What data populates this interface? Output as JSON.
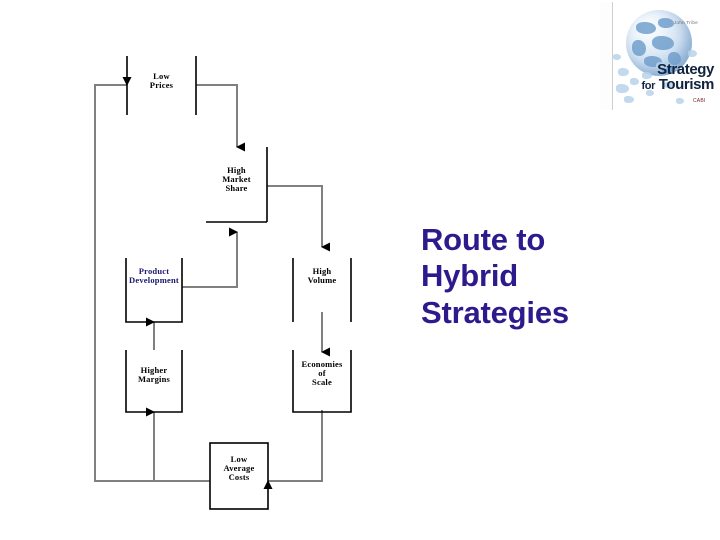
{
  "slide": {
    "title": "Route to\nHybrid\nStrategies",
    "title_color": "#2e1a8c",
    "background_color": "#ffffff"
  },
  "logo": {
    "name": "strategy-for-tourism-book-cover",
    "line1": "Strategy",
    "line2_small": "for",
    "line2_main": "Tourism",
    "author": "John Tribe",
    "publisher_mark": "CABI",
    "accent_color": "#10233f",
    "globe_color": "#89aed4"
  },
  "diagram": {
    "name": "route-to-hybrid-strategies-flow",
    "nodes": [
      {
        "id": "low-prices",
        "label": "Low\nPrices",
        "style": "open-sides",
        "color": "#000000"
      },
      {
        "id": "high-market-share",
        "label": "High\nMarket\nShare",
        "style": "corner",
        "color": "#000000"
      },
      {
        "id": "product-development",
        "label": "Product\nDevelopment",
        "style": "open-top",
        "color": "#1a1a6e"
      },
      {
        "id": "high-volume",
        "label": "High\nVolume",
        "style": "open-sides",
        "color": "#000000"
      },
      {
        "id": "higher-margins",
        "label": "Higher\nMargins",
        "style": "open-top",
        "color": "#000000"
      },
      {
        "id": "economies-of-scale",
        "label": "Economies\nof\nScale",
        "style": "open-top",
        "color": "#000000"
      },
      {
        "id": "low-average-costs",
        "label": "Low\nAverage\nCosts",
        "style": "closed",
        "color": "#000000"
      }
    ],
    "edges": [
      {
        "from": "low-prices",
        "to": "high-market-share",
        "label": ""
      },
      {
        "from": "high-market-share",
        "to": "high-volume",
        "label": ""
      },
      {
        "from": "product-development",
        "to": "high-market-share",
        "label": ""
      },
      {
        "from": "high-volume",
        "to": "economies-of-scale",
        "label": ""
      },
      {
        "from": "higher-margins",
        "to": "product-development",
        "label": ""
      },
      {
        "from": "economies-of-scale",
        "to": "low-average-costs",
        "label": ""
      },
      {
        "from": "low-average-costs",
        "to": "higher-margins",
        "label": ""
      },
      {
        "from": "low-average-costs",
        "to": "low-prices",
        "label": ""
      }
    ],
    "line_color": "#808080",
    "box_color": "#000000"
  }
}
